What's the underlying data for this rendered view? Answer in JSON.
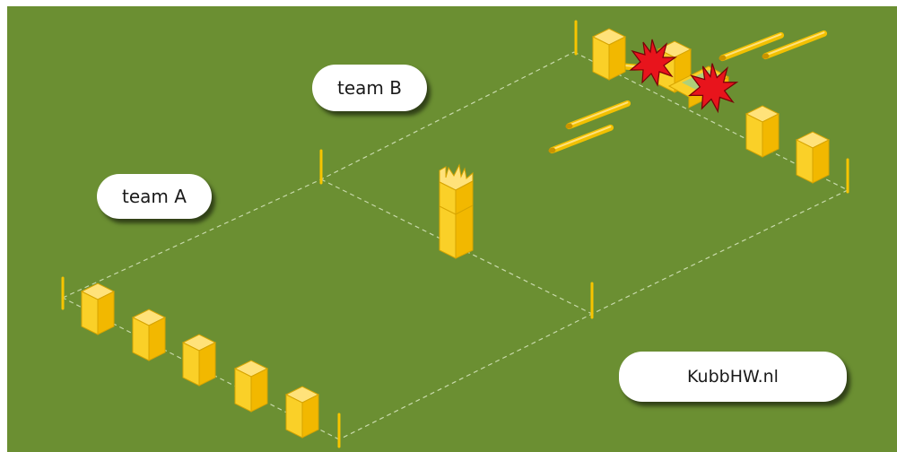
{
  "labels": {
    "team_a": "team A",
    "team_b": "team B",
    "site": "KubbHW.nl"
  },
  "colors": {
    "field": "#6b8f32",
    "block": "#f7c400",
    "explosion": "#e8141c",
    "line": "#d8e6c0"
  },
  "icons": {
    "king": "king-crown-block",
    "kubb": "kubb-block",
    "stake": "corner-stake",
    "stick": "throwing-stick",
    "hit": "explosion-burst"
  }
}
